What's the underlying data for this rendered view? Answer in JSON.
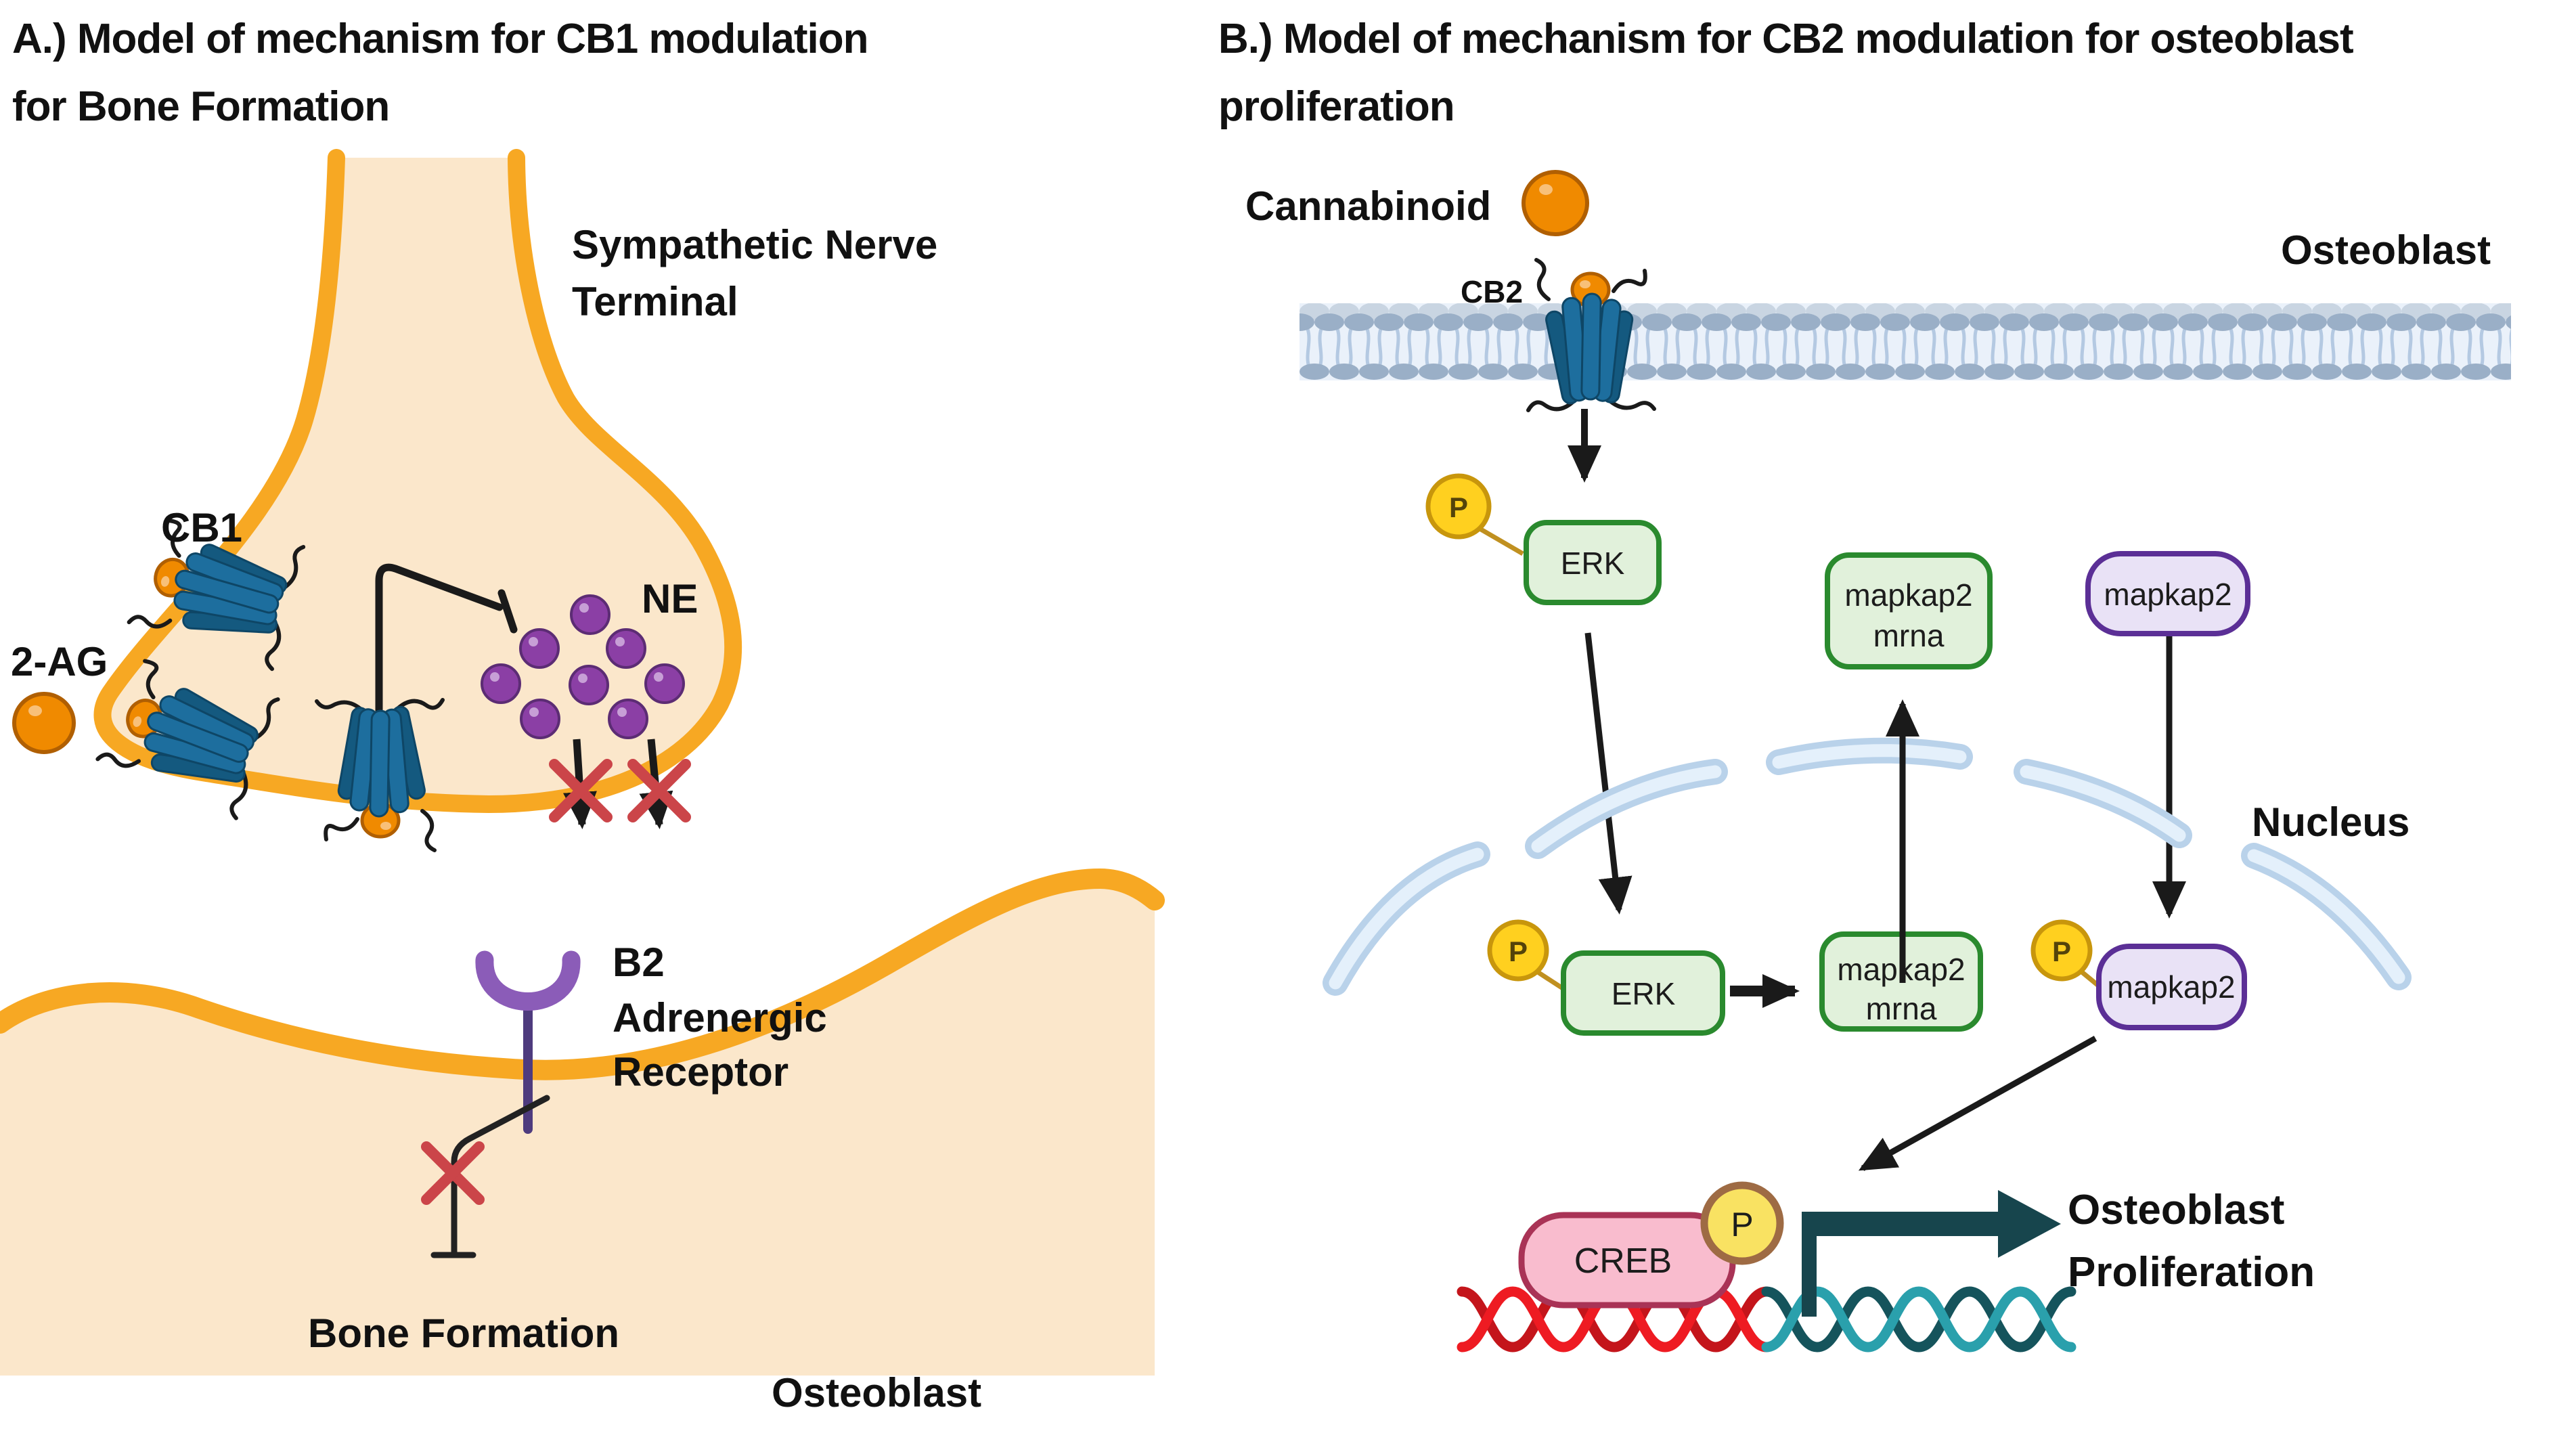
{
  "panel_a": {
    "title1": "A.) Model of mechanism for CB1 modulation",
    "title2": "for Bone Formation",
    "nerve_terminal_label1": "Sympathetic Nerve",
    "nerve_terminal_label2": "Terminal",
    "cb1_label": "CB1",
    "ligand_label": "2-AG",
    "ne_label": "NE",
    "b2_label1": "B2",
    "b2_label2": "Adrenergic",
    "b2_label3": "Receptor",
    "bone_formation_label": "Bone Formation",
    "osteoblast_label": "Osteoblast"
  },
  "panel_b": {
    "title1": "B.) Model of mechanism for CB2 modulation for osteoblast",
    "title2": "proliferation",
    "cannabinoid_label": "Cannabinoid",
    "osteoblast_label": "Osteoblast",
    "cb2_label": "CB2",
    "nucleus_label": "Nucleus",
    "erk_upper": "ERK",
    "erk_lower": "ERK",
    "mapkap2_mrna_upper1": "mapkap2",
    "mapkap2_mrna_upper2": "mrna",
    "mapkap2_upper": "mapkap2",
    "mapkap2_mrna_lower1": "mapkap2",
    "mapkap2_mrna_lower2": "mrna",
    "mapkap2_lower": "mapkap2",
    "p_badge": "P",
    "creb_label": "CREB",
    "outcome_label1": "Osteoblast",
    "outcome_label2": "Proliferation"
  },
  "colors": {
    "membrane_orange": "#F7A823",
    "cell_fill_peach": "#FBE7CB",
    "receptor_blue": "#1D6E9E",
    "ligand_orange": "#F08A00",
    "vesicle_purple": "#8B3FA5",
    "inhibit_red_x": "#CB4549",
    "green_box_fill": "#E1F1DB",
    "green_box_border": "#2A8A2E",
    "purple_box_fill": "#E9E2F6",
    "purple_box_border": "#5B2F96",
    "phosphate_yellow": "#FFD01F",
    "creb_pink": "#F9BCCE",
    "creb_border": "#A93356",
    "teal_arrow": "#17454D",
    "dna_red": "#EE1B22",
    "dna_teal": "#2AA0AC",
    "nuclear_envelope_blue": "#BFD8EE",
    "bilayer_head_blue": "#9AAFC7",
    "b2_receptor_purple": "#8B5CB8"
  }
}
